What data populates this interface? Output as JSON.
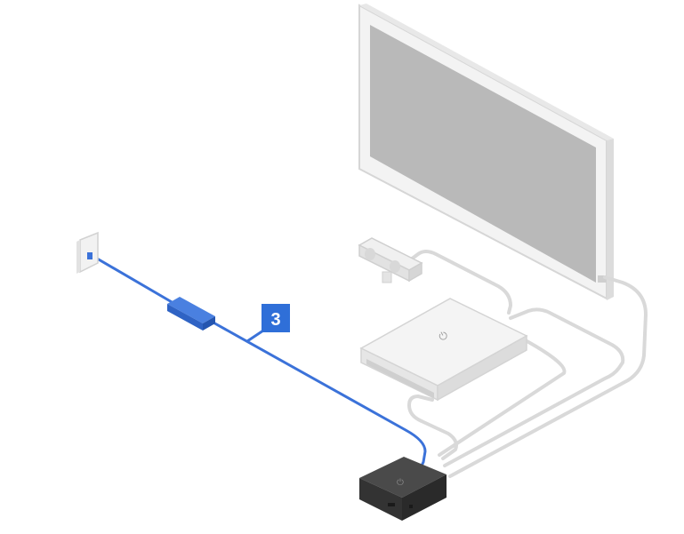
{
  "diagram": {
    "step_label": {
      "text": "3",
      "color": "#2f6fd8"
    },
    "colors": {
      "cable_highlight": "#3b72d9",
      "cable_other": "#d9d9d9",
      "device_light": "#f2f2f2",
      "device_edge": "#d4d4d4",
      "screen": "#b9b9b9",
      "processor_unit": "#3a3a3a"
    },
    "components": [
      {
        "id": "wall-outlet",
        "icon": "wall-outlet-icon"
      },
      {
        "id": "ac-adapter",
        "icon": "ac-adapter-icon"
      },
      {
        "id": "camera",
        "icon": "camera-icon"
      },
      {
        "id": "tv",
        "icon": "tv-icon"
      },
      {
        "id": "console",
        "icon": "console-icon"
      },
      {
        "id": "processor-unit",
        "icon": "processor-unit-icon"
      }
    ]
  }
}
